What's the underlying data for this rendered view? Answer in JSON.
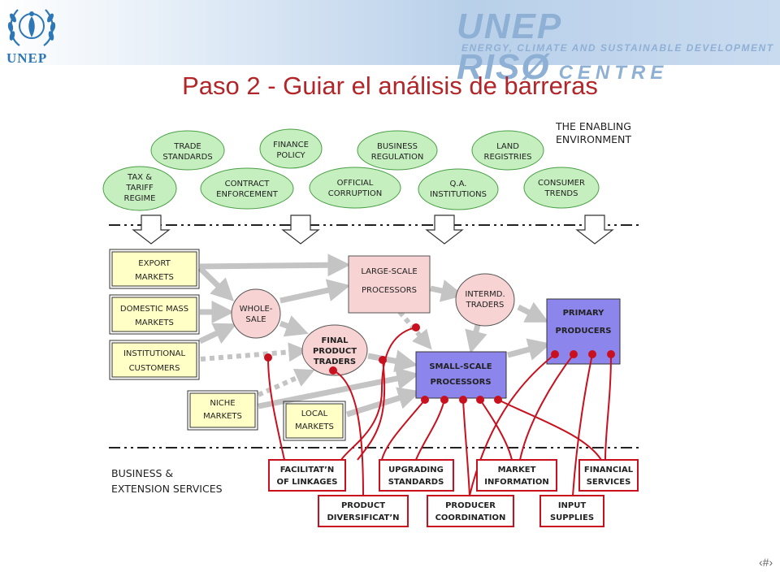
{
  "header": {
    "logo_text": "UNEP",
    "brand_title_a": "UNEP RISØ",
    "brand_title_b": "CENTRE",
    "brand_subtitle": "ENERGY, CLIMATE AND SUSTAINABLE DEVELOPMENT"
  },
  "slide": {
    "title": "Paso 2 - Guiar el análisis de barreras",
    "page_number": "‹#›"
  },
  "colors": {
    "title_red": "#b2262a",
    "ellipse_green": "#c6efc0",
    "box_yellow": "#ffffc6",
    "box_pink": "#f7d3d3",
    "box_blue": "#8c86ec",
    "connector_red": "#c8101e",
    "arrow_gray": "#c8c8c8"
  },
  "diagram": {
    "enabling_env_label": [
      "THE ENABLING",
      "ENVIRONMENT"
    ],
    "business_label": [
      "BUSINESS &",
      "EXTENSION SERVICES"
    ],
    "enabling": [
      [
        "TRADE",
        "STANDARDS"
      ],
      [
        "FINANCE",
        "POLICY"
      ],
      [
        "BUSINESS",
        "REGULATION"
      ],
      [
        "LAND",
        "REGISTRIES"
      ],
      [
        "TAX &",
        "TARIFF",
        "REGIME"
      ],
      [
        "CONTRACT",
        "ENFORCEMENT"
      ],
      [
        "OFFICIAL",
        "CORRUPTION"
      ],
      [
        "Q.A.",
        "INSTITUTIONS"
      ],
      [
        "CONSUMER",
        "TRENDS"
      ]
    ],
    "markets": [
      [
        "EXPORT",
        "MARKETS"
      ],
      [
        "DOMESTIC MASS",
        "MARKETS"
      ],
      [
        "INSTITUTIONAL",
        "CUSTOMERS"
      ],
      [
        "NICHE",
        "MARKETS"
      ],
      [
        "LOCAL",
        "MARKETS"
      ]
    ],
    "nodes": {
      "wholesale": [
        "WHOLE-",
        "SALE"
      ],
      "final_product": [
        "FINAL",
        "PRODUCT",
        "TRADERS"
      ],
      "large_scale": [
        "LARGE-SCALE",
        "PROCESSORS"
      ],
      "intermediate": [
        "INTERMD.",
        "TRADERS"
      ],
      "small_scale": [
        "SMALL-SCALE",
        "PROCESSORS"
      ],
      "primary": [
        "PRIMARY",
        "PRODUCERS"
      ]
    },
    "services": [
      [
        "FACILITAT’N",
        "OF LINKAGES"
      ],
      [
        "UPGRADING",
        "STANDARDS"
      ],
      [
        "MARKET",
        "INFORMATION"
      ],
      [
        "FINANCIAL",
        "SERVICES"
      ],
      [
        "PRODUCT",
        "DIVERSIFICAT’N"
      ],
      [
        "PRODUCER",
        "COORDINATION"
      ],
      [
        "INPUT",
        "SUPPLIES"
      ]
    ]
  }
}
